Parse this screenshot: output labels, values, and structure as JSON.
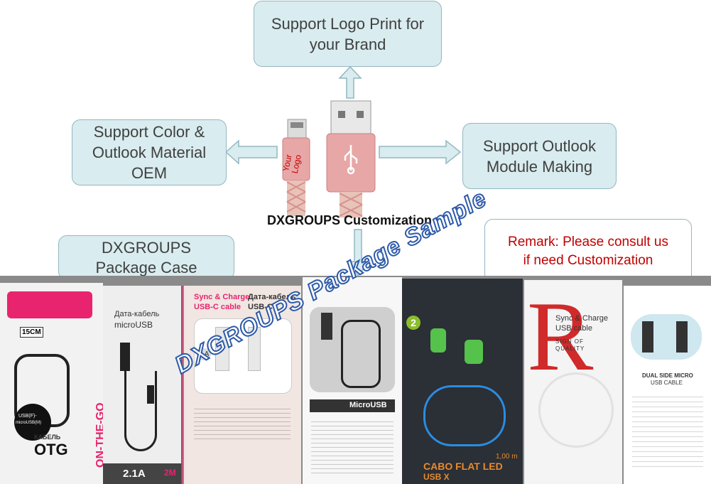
{
  "boxes": {
    "logo": {
      "line1": "Support Logo Print for",
      "line2": "your Brand"
    },
    "color": {
      "line1": "Support Color &",
      "line2": "Outlook Material",
      "line3": "OEM"
    },
    "module": {
      "line1": "Support Outlook",
      "line2": "Module Making"
    },
    "package": {
      "line1": "DXGROUPS",
      "line2": "Package Case"
    }
  },
  "remark": {
    "line1": "Remark: Please consult us",
    "line2": "if need Customization"
  },
  "center_caption": "DXGROUPS  Customization",
  "your_logo": {
    "line1": "Your",
    "line2": "Logo"
  },
  "watermark": "DXGROUPS Package Sample",
  "packages": [
    {
      "texts": [
        "15CM",
        "USB(F)-",
        "microUSB(M)",
        "OTG",
        "КАБЕЛЬ",
        "ON-THE-GO"
      ]
    },
    {
      "texts": [
        "Дата-кабель",
        "microUSB",
        "2.1A",
        "2M"
      ]
    },
    {
      "texts": [
        "Sync & Charge",
        "USB-C cable",
        "Дата-кабель",
        "USB-C",
        "2 A"
      ]
    },
    {
      "texts": [
        "MicroUSB"
      ]
    },
    {
      "texts": [
        "2",
        "CABO FLAT LED",
        "USB X",
        "1,00 m"
      ]
    },
    {
      "texts": [
        "R",
        "Sync & Charge",
        "USB cable",
        "SIGN OF",
        "QUALITY"
      ]
    },
    {
      "texts": [
        "DUAL SIDE MICRO",
        "USB CABLE"
      ]
    }
  ],
  "colors": {
    "box_fill": "#d9ecef",
    "box_border": "#93b7c0",
    "remark_text": "#c00000",
    "cable_pink": "#e8a7a7",
    "watermark_stroke": "#2d5aa8"
  }
}
